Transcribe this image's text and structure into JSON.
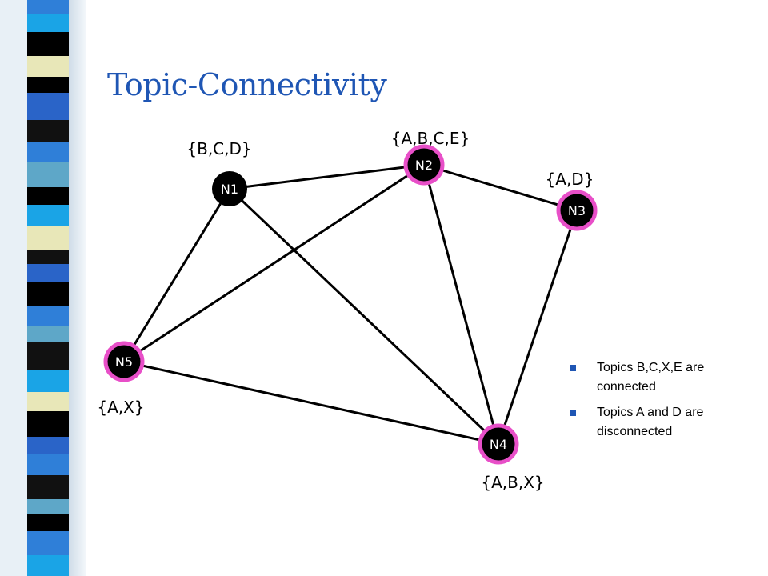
{
  "slide": {
    "title": "Topic-Connectivity"
  },
  "colors": {
    "title": "#1f56b4",
    "node_fill": "#000000",
    "highlight_ring": "#e84fc8",
    "edge": "#000000",
    "bullet": "#1f56b4"
  },
  "graph": {
    "nodes": [
      {
        "id": "N1",
        "label": "N1",
        "topics": "{B,C,D}",
        "highlighted": false
      },
      {
        "id": "N2",
        "label": "N2",
        "topics": "{A,B,C,E}",
        "highlighted": true
      },
      {
        "id": "N3",
        "label": "N3",
        "topics": "{A,D}",
        "highlighted": true
      },
      {
        "id": "N4",
        "label": "N4",
        "topics": "{A,B,X}",
        "highlighted": true
      },
      {
        "id": "N5",
        "label": "N5",
        "topics": "{A,X}",
        "highlighted": true
      }
    ],
    "edges": [
      [
        "N1",
        "N2"
      ],
      [
        "N2",
        "N3"
      ],
      [
        "N1",
        "N5"
      ],
      [
        "N1",
        "N4"
      ],
      [
        "N2",
        "N5"
      ],
      [
        "N2",
        "N4"
      ],
      [
        "N3",
        "N4"
      ],
      [
        "N5",
        "N4"
      ]
    ]
  },
  "bullets": [
    "Topics B,C,X,E are connected",
    "Topics A and D are disconnected"
  ]
}
